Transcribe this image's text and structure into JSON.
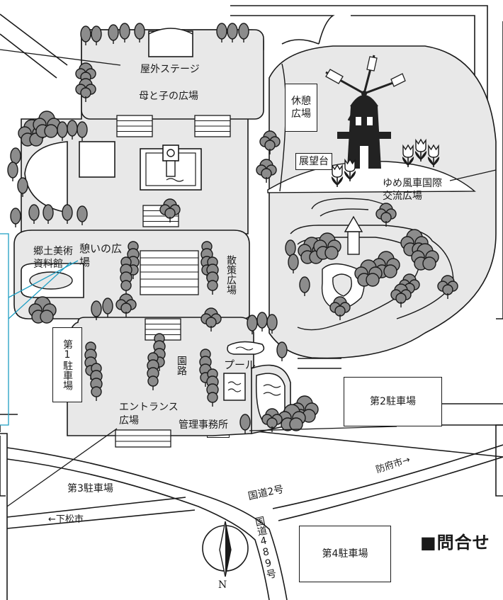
{
  "map": {
    "labels": {
      "outdoor_stage": "屋外ステージ",
      "mother_child_plaza": "母と子の広場",
      "rest_plaza": "休憩広場",
      "observatory": "展望台",
      "windmill_plaza": "ゆめ風車国際交流広場",
      "museum": "郷土美術資料館",
      "relax_plaza": "憩いの広場",
      "walk_plaza": "散策広場",
      "parking_1": "第1駐車場",
      "garden_path": "園路",
      "pool": "プール",
      "entrance_plaza": "エントランス広場",
      "office": "管理事務所",
      "parking_2": "第2駐車場",
      "parking_3": "第3駐車場",
      "parking_4": "第4駐車場",
      "route_2": "国道2号",
      "route_489": "国道489号",
      "to_hofu": "防府市→",
      "to_kudamatsu": "←下松市",
      "north": "N"
    },
    "inquiry_heading": "■問合せ"
  },
  "colors": {
    "park_fill": "#e8e8e8",
    "tree_fill": "#8c8c8c",
    "line": "#1a1a1a",
    "leader_line": "#1f9fc4",
    "windmill": "#222222"
  }
}
